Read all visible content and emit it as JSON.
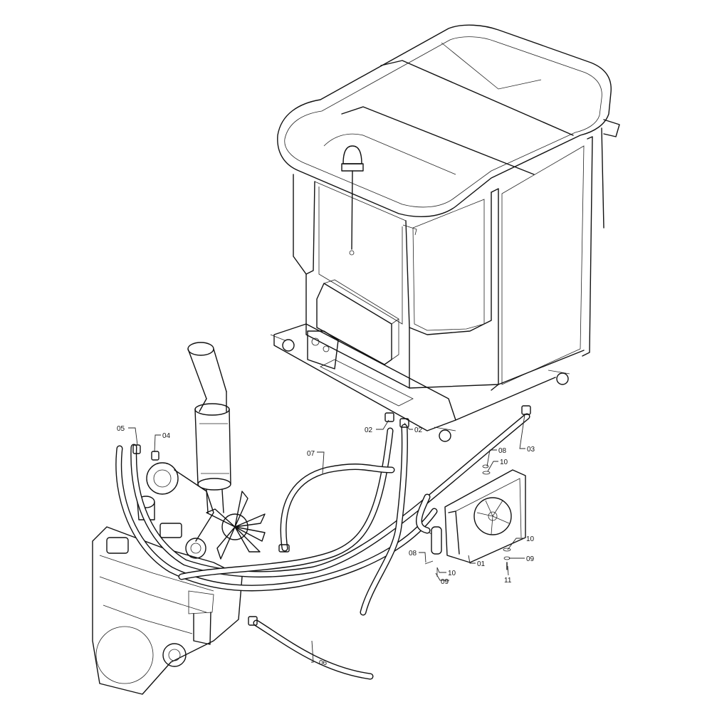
{
  "callouts": {
    "c01": "01",
    "c02a": "02",
    "c02b": "02",
    "c03": "03",
    "c04": "04",
    "c05": "05",
    "c06": "06",
    "c07": "07",
    "c08a": "08",
    "c08b": "08",
    "c09a": "09",
    "c09b": "09",
    "c10a": "10",
    "c10b": "10",
    "c10c": "10",
    "c11": "11"
  }
}
